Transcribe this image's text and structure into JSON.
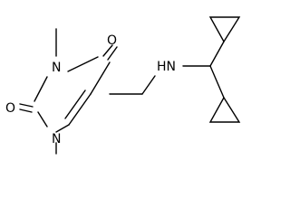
{
  "molecule": {
    "atoms": {
      "o_top": "O",
      "n3": "N",
      "o_left": "O",
      "n1": "N",
      "nh": "HN"
    }
  }
}
